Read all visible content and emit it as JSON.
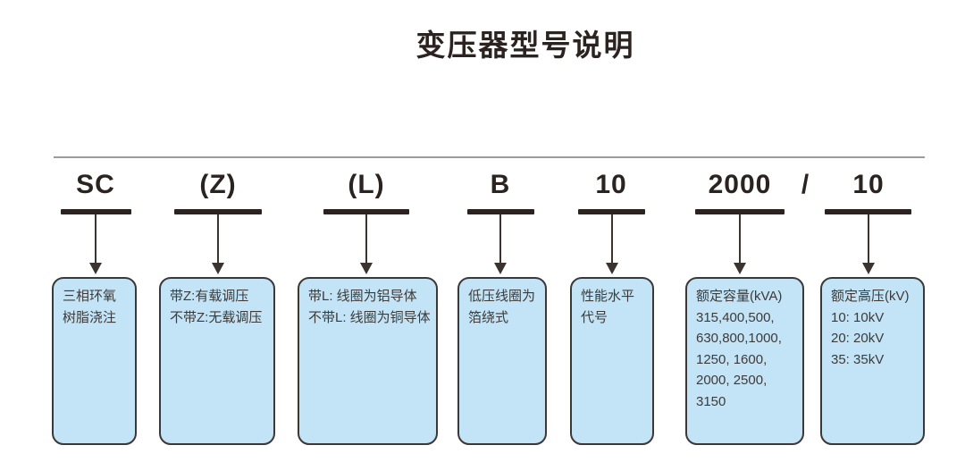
{
  "title": "变压器型号说明",
  "slash": "/",
  "columns": [
    {
      "code": "SC",
      "lines": [
        "三相环氧",
        "树脂浇注"
      ]
    },
    {
      "code": "(Z)",
      "lines": [
        "带Z:有载调压",
        "不带Z:无载调压"
      ]
    },
    {
      "code": "(L)",
      "lines": [
        "带L: 线圈为铝导体",
        "不带L: 线圈为铜导体"
      ]
    },
    {
      "code": "B",
      "lines": [
        "低压线圈为",
        "箔绕式"
      ]
    },
    {
      "code": "10",
      "lines": [
        "性能水平",
        "代号"
      ]
    },
    {
      "code": "2000",
      "lines": [
        "额定容量(kVA)",
        "315,400,500,",
        "630,800,1000,",
        "1250, 1600,",
        "2000, 2500,",
        "3150"
      ]
    },
    {
      "code": "10",
      "lines": [
        "额定高压(kV)",
        "10: 10kV",
        "20: 20kV",
        "35: 35kV"
      ]
    }
  ],
  "colors": {
    "background": "#ffffff",
    "box_fill": "#c2e4f6",
    "box_border": "#3c3837",
    "ink": "#2b2320",
    "rule": "#9e9a99"
  }
}
